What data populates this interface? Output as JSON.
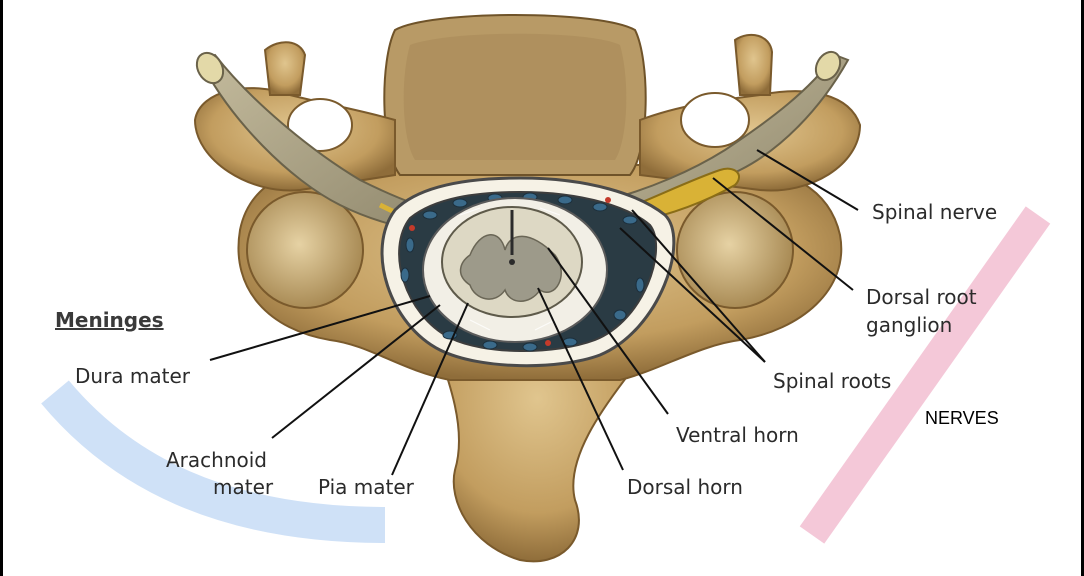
{
  "section_heading": "Meninges",
  "labels": {
    "spinal_nerve": "Spinal nerve",
    "dorsal_root_ganglion_1": "Dorsal root",
    "dorsal_root_ganglion_2": "ganglion",
    "spinal_roots": "Spinal roots",
    "ventral_horn": "Ventral horn",
    "dorsal_horn": "Dorsal horn",
    "dura_mater": "Dura mater",
    "arachnoid_mater_1": "Arachnoid",
    "arachnoid_mater_2": "mater",
    "pia_mater": "Pia mater"
  },
  "handwritten_note": "NERVES",
  "colors": {
    "bone": "#c8a66a",
    "bone_dark": "#8a6a3a",
    "spinal_cord": "#ddd8c4",
    "grey_matter": "#9d9a8a",
    "nerve": "#b9ab8a",
    "root_yellow": "#d9b236",
    "highlight_blue": "#cfe1f7",
    "highlight_pink": "#f4c8d8"
  }
}
